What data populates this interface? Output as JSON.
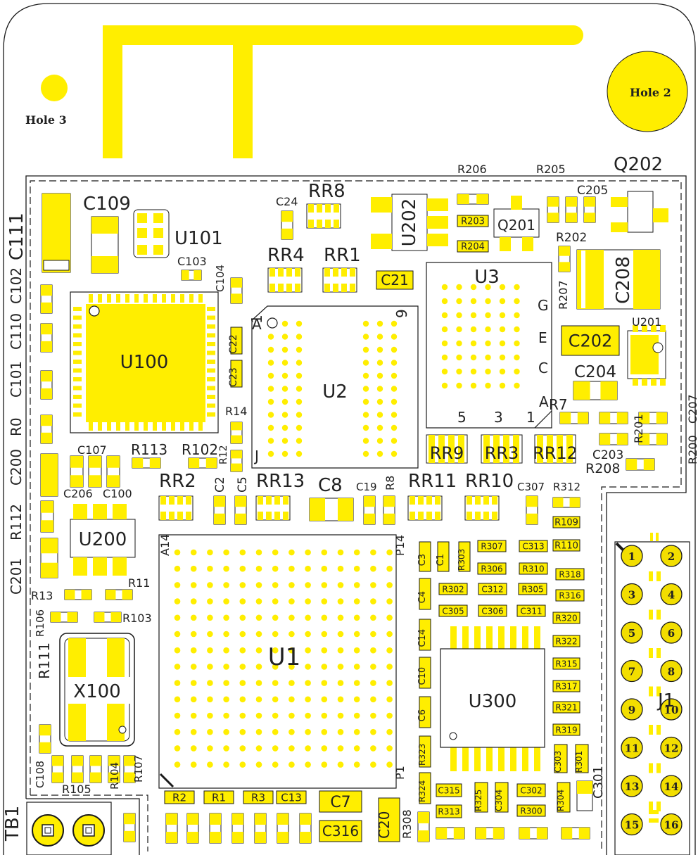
{
  "colors": {
    "pad": "#ffee00",
    "ink": "#1a1a1a",
    "background": "#ffffff",
    "pin_fill": "#f2de00"
  },
  "holes": {
    "hole3": "Hole 3",
    "hole2": "Hole 2"
  },
  "components": {
    "C109": "C109",
    "U101": "U101",
    "C111": "C111",
    "C103": "C103",
    "C104": "C104",
    "C24": "C24",
    "RR8": "RR8",
    "RR4": "RR4",
    "RR1": "RR1",
    "C21": "C21",
    "U202": "U202",
    "R203": "R203",
    "R204": "R204",
    "R206": "R206",
    "R205": "R205",
    "Q201": "Q201",
    "Q202": "Q202",
    "C205": "C205",
    "R202": "R202",
    "C208": "C208",
    "R207": "R207",
    "U3": "U3",
    "U201": "U201",
    "C202": "C202",
    "C204": "C204",
    "R7": "R7",
    "R201": "R201",
    "C203": "C203",
    "R208": "R208",
    "R200": "R200",
    "C207": "C207",
    "U100": "U100",
    "C22": "C22",
    "C23": "C23",
    "U2": "U2",
    "R14": "R14",
    "R12": "R12",
    "C102": "C102",
    "C110": "C110",
    "C101": "C101",
    "R0": "R0",
    "C200": "C200",
    "R112": "R112",
    "C201": "C201",
    "C107": "C107",
    "R113": "R113",
    "R102": "R102",
    "C206": "C206",
    "C100": "C100",
    "U200": "U200",
    "RR2": "RR2",
    "C2": "C2",
    "C5": "C5",
    "RR13": "RR13",
    "C8": "C8",
    "C19": "C19",
    "R8": "R8",
    "RR11": "RR11",
    "RR10": "RR10",
    "C307": "C307",
    "R312": "R312",
    "RR9": "RR9",
    "RR3": "RR3",
    "RR12": "RR12",
    "R109": "R109",
    "R110": "R110",
    "R307": "R307",
    "C313": "C313",
    "C3": "C3",
    "C1": "C1",
    "R303": "R303",
    "R306": "R306",
    "R310": "R310",
    "R318": "R318",
    "C4": "C4",
    "R302": "R302",
    "C312": "C312",
    "R305": "R305",
    "R316": "R316",
    "C305": "C305",
    "C306": "C306",
    "C311": "C311",
    "R320": "R320",
    "C14": "C14",
    "R322": "R322",
    "R315": "R315",
    "C10": "C10",
    "R317": "R317",
    "C6": "C6",
    "U300": "U300",
    "R321": "R321",
    "R319": "R319",
    "R323": "R323",
    "C303": "C303",
    "R301": "R301",
    "R324": "R324",
    "C315": "C315",
    "R325": "R325",
    "C304": "C304",
    "C302": "C302",
    "R304": "R304",
    "C301": "C301",
    "R313": "R313",
    "R300": "R300",
    "U1": "U1",
    "R13": "R13",
    "R11": "R11",
    "R106": "R106",
    "R103": "R103",
    "R111": "R111",
    "X100": "X100",
    "C108": "C108",
    "R105": "R105",
    "R104": "R104",
    "R107": "R107",
    "R2": "R2",
    "R1": "R1",
    "R3": "R3",
    "C13": "C13",
    "C7": "C7",
    "C20": "C20",
    "R308": "R308",
    "C316": "C316",
    "TB1": "TB1",
    "J1": "J1"
  },
  "pin_markers": {
    "u2_a": "A",
    "u2_1": "1",
    "u2_9": "9",
    "u2_j": "J",
    "u3_g": "G",
    "u3_e": "E",
    "u3_c": "C",
    "u3_a": "A",
    "u3_5": "5",
    "u3_3": "3",
    "u3_1": "1",
    "u1_a14": "A14",
    "u1_p14": "P14",
    "u1_p1": "P1"
  },
  "connector_j1_pins": [
    "1",
    "2",
    "3",
    "4",
    "5",
    "6",
    "7",
    "8",
    "9",
    "10",
    "11",
    "12",
    "13",
    "14",
    "15",
    "16"
  ]
}
